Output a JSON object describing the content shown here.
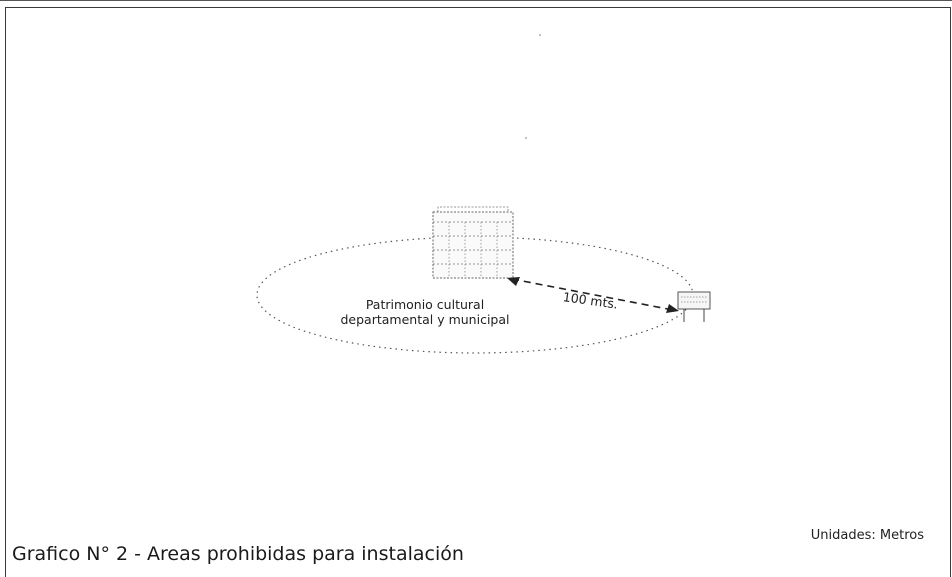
{
  "diagram": {
    "heritage_label": "Patrimonio cultural departamental y municipal",
    "heritage_label_line1": "Patrimonio cultural",
    "heritage_label_line2": "departamental y municipal",
    "distance_label": "100 mts.",
    "units_label": "Unidades: Metros",
    "caption": "Grafico N° 2 - Areas prohibidas para instalación"
  },
  "colors": {
    "ink": "#1a1a1a",
    "border": "#3a3a3a",
    "background": "#ffffff"
  },
  "icons": {
    "heritage_building": "historic-building-icon",
    "installation": "billboard-icon"
  }
}
